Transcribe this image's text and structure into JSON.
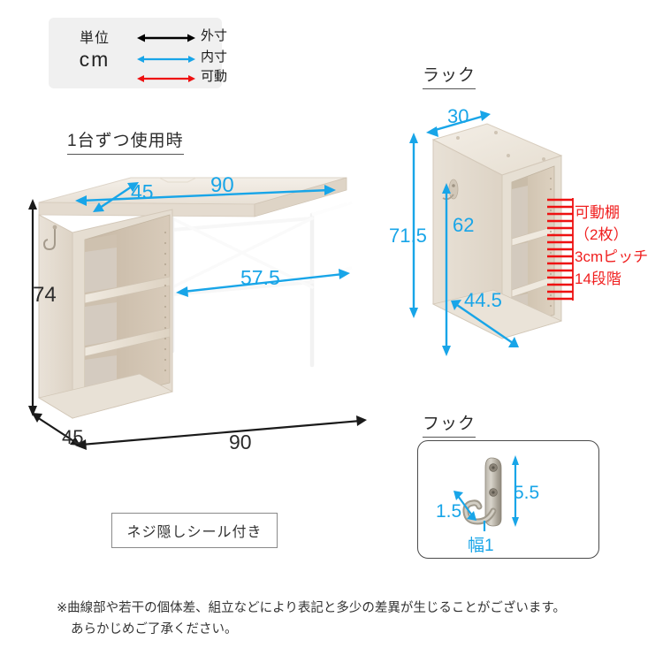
{
  "legend": {
    "unit_label": "単位",
    "unit_value": "cm",
    "rows": [
      {
        "label": "外寸",
        "color": "#000000",
        "key": "outer"
      },
      {
        "label": "内寸",
        "color": "#18a5e8",
        "key": "inner"
      },
      {
        "label": "可動",
        "color": "#ee1111",
        "key": "movable"
      }
    ]
  },
  "desk": {
    "heading": "1台ずつ使用時",
    "dims": {
      "depth_top": "45",
      "width_top": "90",
      "inner_width": "57.5",
      "height": "74",
      "depth_bottom": "45",
      "width_bottom": "90"
    }
  },
  "rack": {
    "heading": "ラック",
    "dims": {
      "width": "30",
      "height_outer": "71.5",
      "inner_height_upper": "62",
      "inner_height_lower": "44.5"
    },
    "shelf_note": [
      "可動棚",
      "（2枚）",
      "3cmピッチ",
      "14段階"
    ],
    "shelf_note_line1": "可動棚",
    "shelf_note_line2": "（2枚）",
    "shelf_note_line3": "3cmピッチ",
    "shelf_note_line4": "14段階"
  },
  "hook": {
    "heading": "フック",
    "dims": {
      "height": "5.5",
      "depth": "1.5",
      "width": "幅1"
    }
  },
  "screw_cover": {
    "label": "ネジ隠しシール付き"
  },
  "footnote": {
    "line1": "※曲線部や若干の個体差、組立などにより表記と多少の差異が生じることがございます。",
    "line2": "あらかじめご了承ください。"
  },
  "colors": {
    "blue": "#18a5e8",
    "red": "#ee1111",
    "black": "#1a1a1a",
    "wood_light": "#efe9e0",
    "wood_mid": "#ded3c6",
    "wood_dark": "#c9bcab",
    "frame_white": "#ffffff"
  }
}
